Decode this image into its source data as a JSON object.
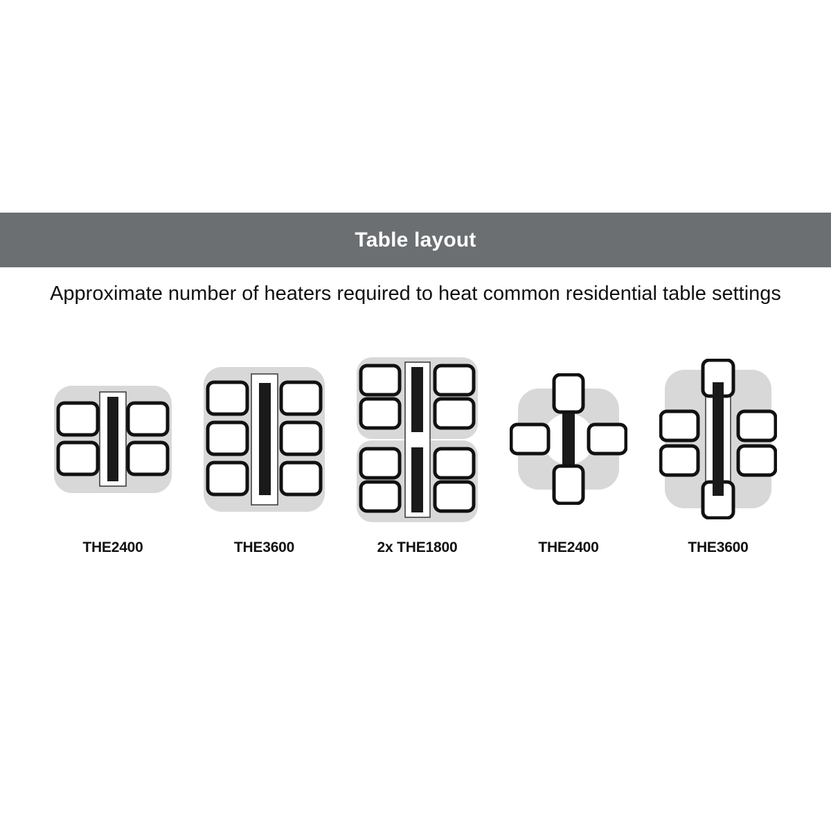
{
  "header": {
    "title": "Table layout",
    "background_color": "#6b6f72",
    "text_color": "#ffffff"
  },
  "subtitle": "Approximate number of heaters required to heat common residential table settings",
  "colors": {
    "table_fill": "#d8d8d8",
    "chair_fill": "#ffffff",
    "outline": "#111111",
    "heater_fill": "#1a1a1a"
  },
  "diagrams": [
    {
      "label": "THE2400",
      "icon": "rectangular-table-4-chairs-1-heater-icon",
      "chairs": 4,
      "heaters": 1,
      "table_shape": "rectangular"
    },
    {
      "label": "THE3600",
      "icon": "rectangular-table-6-chairs-1-heater-icon",
      "chairs": 6,
      "heaters": 1,
      "table_shape": "rectangular"
    },
    {
      "label": "2x THE1800",
      "icon": "double-rectangular-table-8-chairs-2-heaters-icon",
      "chairs": 8,
      "heaters": 2,
      "table_shape": "two-rectangular"
    },
    {
      "label": "THE2400",
      "icon": "round-table-4-chairs-1-heater-icon",
      "chairs": 4,
      "heaters": 1,
      "table_shape": "round"
    },
    {
      "label": "THE3600",
      "icon": "rectangular-table-6-chairs-1-heater-icon",
      "chairs": 6,
      "heaters": 1,
      "table_shape": "rectangular"
    }
  ]
}
